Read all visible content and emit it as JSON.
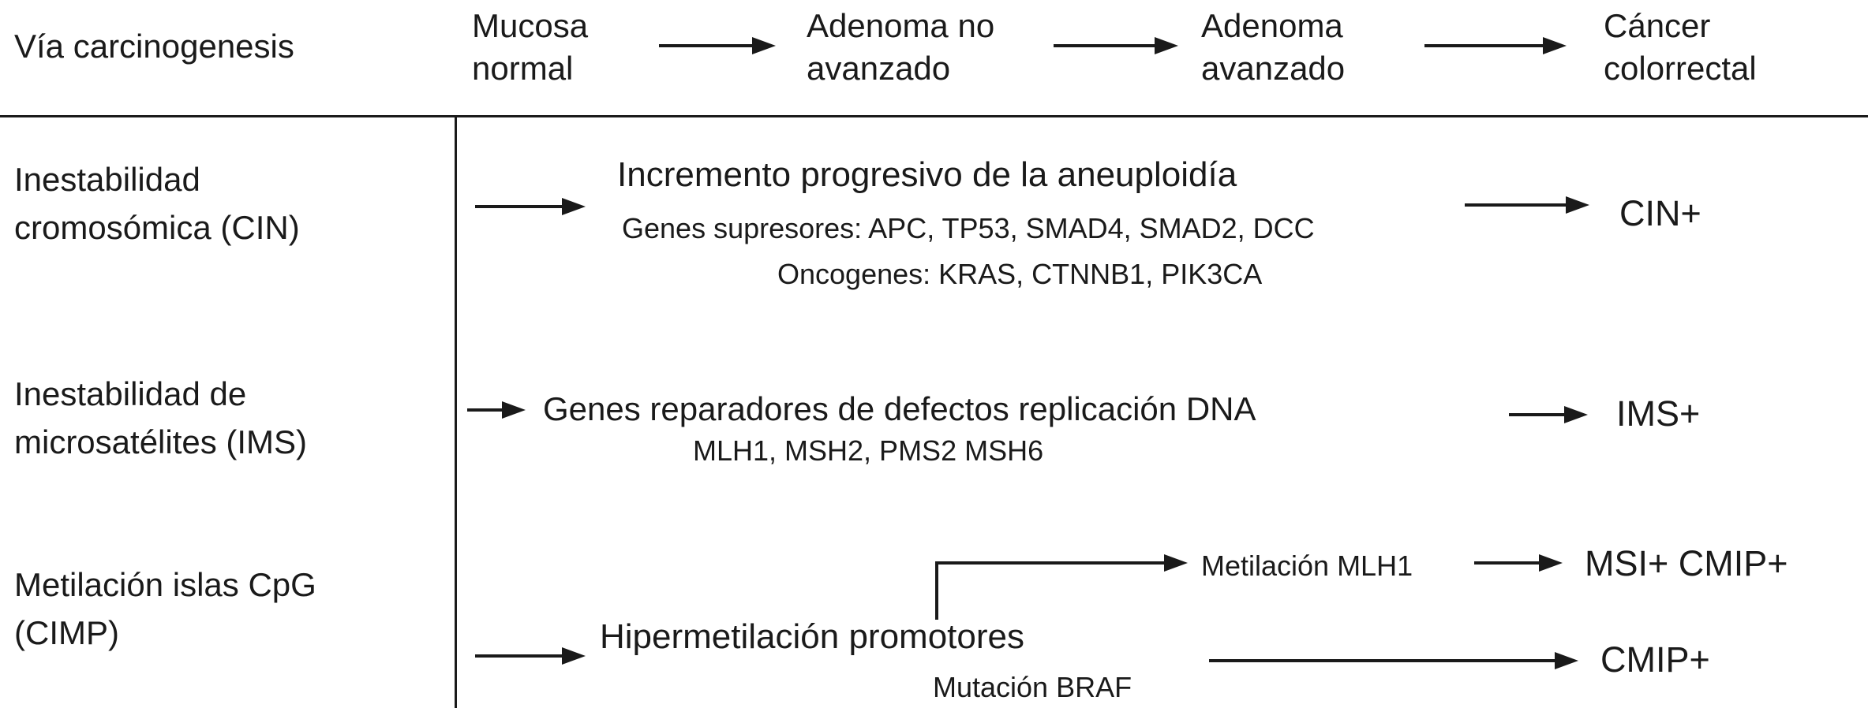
{
  "header": {
    "row_label": "Vía carcinogenesis",
    "stages": [
      {
        "label": "Mucosa normal"
      },
      {
        "label": "Adenoma no avanzado"
      },
      {
        "label": "Adenoma avanzado"
      },
      {
        "label": "Cáncer colorrectal"
      }
    ]
  },
  "pathways": [
    {
      "label": "Inestabilidad cromosómica (CIN)",
      "main_text": "Incremento progresivo de la aneuploidía",
      "detail_lines": [
        "Genes supresores: APC, TP53, SMAD4, SMAD2, DCC",
        "Oncogenes: KRAS, CTNNB1, PIK3CA"
      ],
      "result": "CIN+"
    },
    {
      "label": "Inestabilidad de microsatélites (IMS)",
      "main_text": "Genes reparadores de defectos replicación DNA",
      "detail_lines": [
        "MLH1, MSH2, PMS2 MSH6"
      ],
      "result": "IMS+"
    },
    {
      "label": "Metilación islas CpG (CIMP)",
      "main_text": "Hipermetilación promotores",
      "detail_lines": [
        "Mutación BRAF"
      ],
      "branch": {
        "label": "Metilación MLH1",
        "result": "MSI+ CMIP+"
      },
      "result": "CMIP+"
    }
  ],
  "colors": {
    "ink": "#1a1a1a",
    "background": "#ffffff"
  }
}
